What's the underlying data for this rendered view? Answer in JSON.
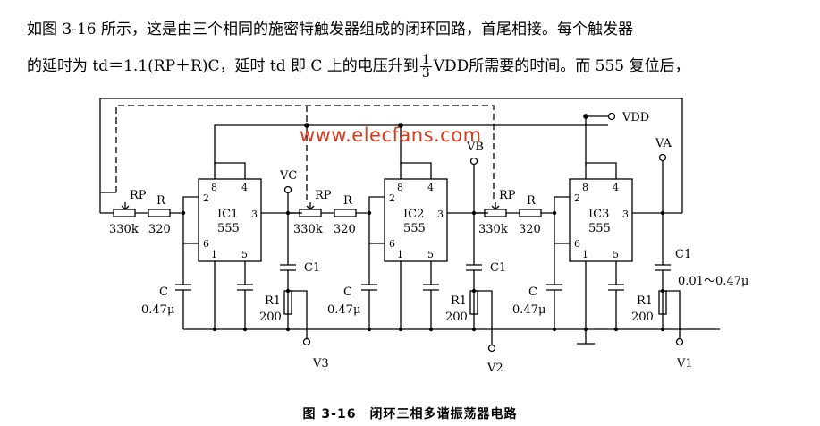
{
  "text": {
    "line1": "如图 3-16 所示，这是由三个相同的施密特触发器组成的闭环回路，首尾相接。每个触发器",
    "line2_a": "的延时为 td＝1.1(RP＋R)C，延时 td 即 C 上的电压升到",
    "frac_num": "1",
    "frac_den": "3",
    "line2_b": "VDD所需要的时间。而 555 复位后，"
  },
  "watermark": "www.elecfans.com",
  "caption": "图 3-16　闭环三相多谐振荡器电路",
  "circuit": {
    "vdd": "VDD",
    "ic_blocks": [
      {
        "name": "IC1",
        "model": "555",
        "pins": [
          "2",
          "8",
          "4",
          "3",
          "6",
          "1",
          "5"
        ]
      },
      {
        "name": "IC2",
        "model": "555",
        "pins": [
          "2",
          "8",
          "4",
          "3",
          "6",
          "1",
          "5"
        ]
      },
      {
        "name": "IC3",
        "model": "555",
        "pins": [
          "2",
          "8",
          "4",
          "3",
          "6",
          "1",
          "5"
        ]
      }
    ],
    "stages": [
      {
        "rp": "RP",
        "rp_val": "330k",
        "r": "R",
        "r_val": "320",
        "c": "C",
        "c_val": "0.47μ",
        "c1": "C1",
        "r1": "R1",
        "r1_val": "200",
        "vout": "V3",
        "vnode": "VC"
      },
      {
        "rp": "RP",
        "rp_val": "330k",
        "r": "R",
        "r_val": "320",
        "c": "C",
        "c_val": "0.47μ",
        "c1": "C1",
        "r1": "R1",
        "r1_val": "200",
        "vout": "V2",
        "vnode": "VB"
      },
      {
        "rp": "RP",
        "rp_val": "330k",
        "r": "R",
        "r_val": "320",
        "c": "C",
        "c_val": "0.47μ",
        "c1": "C1",
        "r1": "R1",
        "r1_val": "200",
        "vout": "V1",
        "vnode": "VA"
      }
    ],
    "c1_range": "0.01～0.47μ"
  }
}
